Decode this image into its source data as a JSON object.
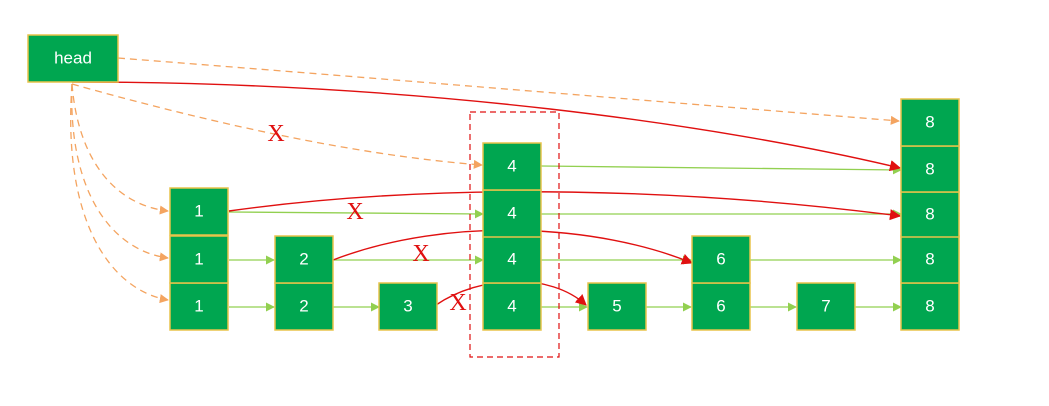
{
  "head": {
    "label": "head"
  },
  "nodes": {
    "l3_1": "1",
    "l2_1": "1",
    "l1_1": "1",
    "l2_2": "2",
    "l1_2": "2",
    "l1_3": "3",
    "l4_4": "4",
    "l3_4": "4",
    "l2_4": "4",
    "l1_4": "4",
    "l1_5": "5",
    "l2_6": "6",
    "l1_6": "6",
    "l1_7": "7",
    "l5_8": "8",
    "l4_8": "8",
    "l3_8": "8",
    "l2_8": "8",
    "l1_8": "8"
  },
  "x_marks": [
    "X",
    "X",
    "X",
    "X"
  ],
  "colors": {
    "node_fill": "#00a650",
    "node_border": "#e8c34a",
    "original_link": "#92d050",
    "head_link": "#f4a460",
    "new_link": "#e01010",
    "selection_box": "#e01010"
  }
}
